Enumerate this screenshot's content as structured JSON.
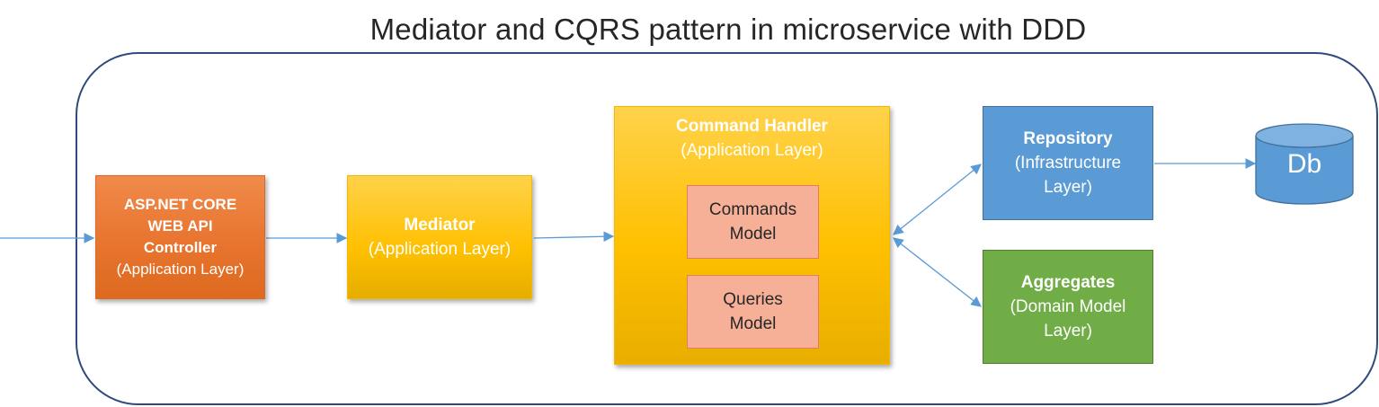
{
  "title": "Mediator and CQRS pattern in microservice with DDD",
  "controller": {
    "line1": "ASP.NET CORE",
    "line2": "WEB API",
    "line3": "Controller",
    "sub": "(Application Layer)"
  },
  "mediator": {
    "name": "Mediator",
    "sub": "(Application Layer)"
  },
  "command_handler": {
    "name": "Command Handler",
    "sub": "(Application Layer)",
    "commands_model": {
      "line1": "Commands",
      "line2": "Model"
    },
    "queries_model": {
      "line1": "Queries",
      "line2": "Model"
    }
  },
  "repository": {
    "name": "Repository",
    "sub1": "(Infrastructure",
    "sub2": "Layer)"
  },
  "aggregates": {
    "name": "Aggregates",
    "sub1": "(Domain Model",
    "sub2": "Layer)"
  },
  "database": {
    "label": "Db"
  },
  "colors": {
    "arrow": "#5b9bd5",
    "frame": "#2f4b7c",
    "controller": "#ed7d31",
    "mediator": "#ffc000",
    "handler": "#ffc000",
    "inner_model": "#f8b195",
    "repository": "#5b9bd5",
    "aggregates": "#70ad47",
    "database": "#5b9bd5"
  }
}
